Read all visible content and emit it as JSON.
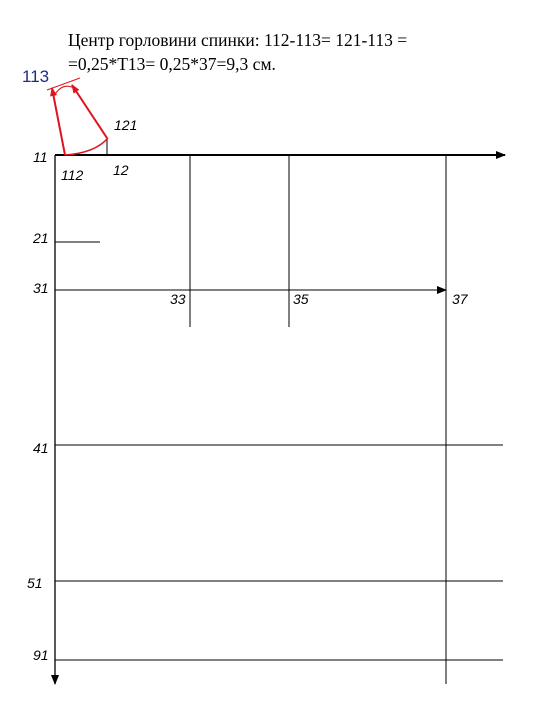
{
  "caption": {
    "line1": "Центр горловини спинки: 112-113= 121-113 =",
    "line2": "=0,25*Т13= 0,25*37=9,3 см."
  },
  "labels": {
    "p113": "113",
    "p121": "121",
    "p11": "11",
    "p112": "112",
    "p12": "12",
    "p21": "21",
    "p31": "31",
    "p33": "33",
    "p35": "35",
    "p37": "37",
    "p41": "41",
    "p51": "51",
    "p91": "91"
  },
  "colors": {
    "lines": "#000000",
    "neck_construction": "#e0141e",
    "label_113": "#1f2b86"
  }
}
